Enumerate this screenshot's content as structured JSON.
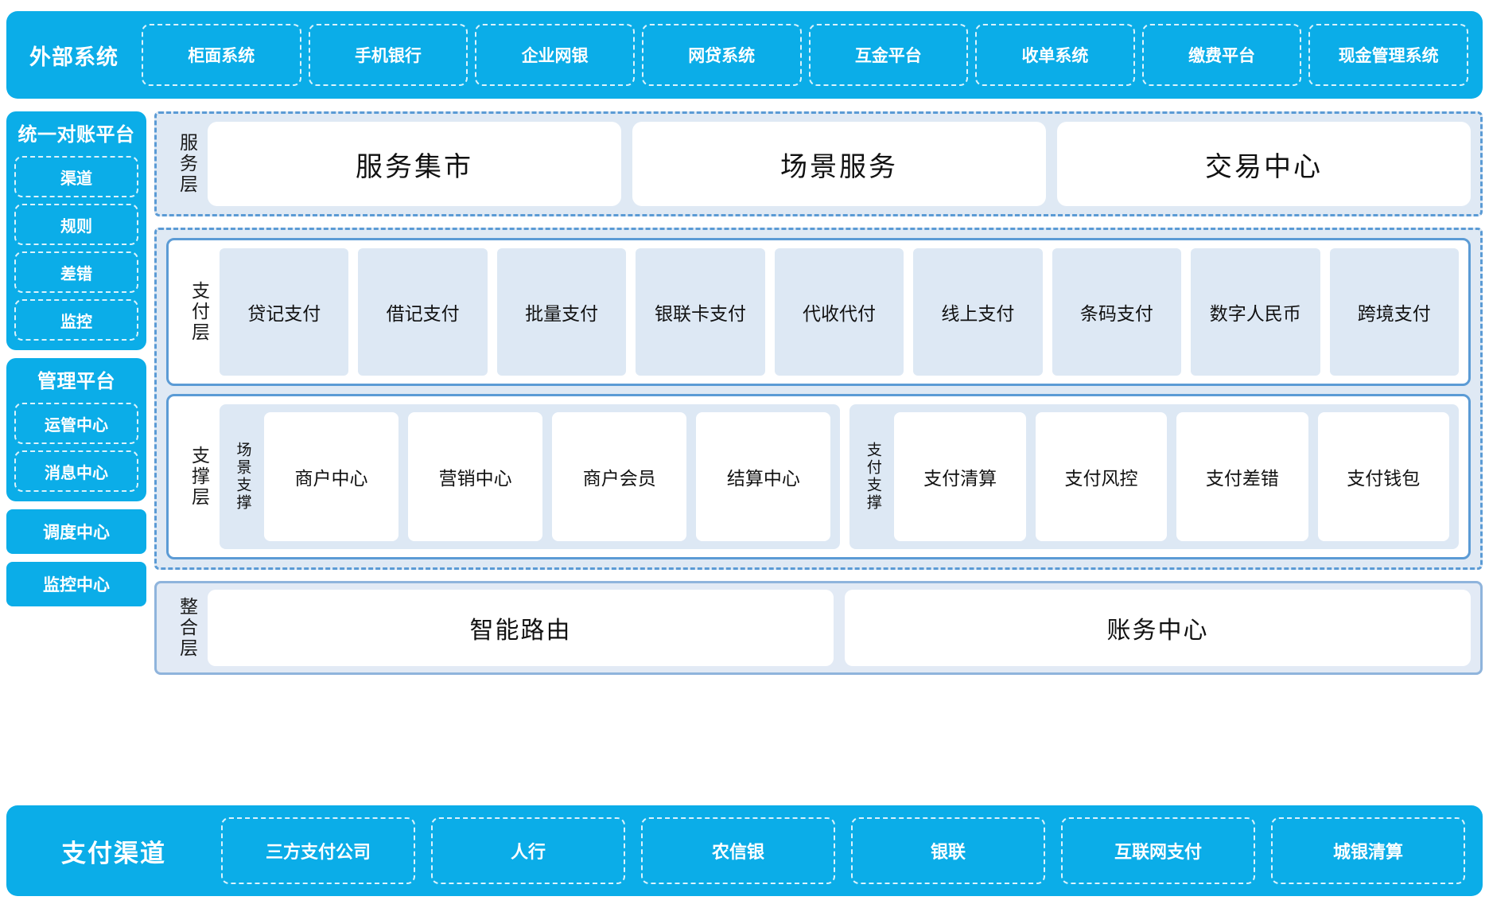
{
  "colors": {
    "brand_cyan": "#0BADE8",
    "dashed_blue": "#5B9BD5",
    "panel_bg": "#DFE9F4",
    "card_bg": "#DDE8F4",
    "white": "#FFFFFF"
  },
  "external_systems": {
    "title": "外部系统",
    "items": [
      {
        "label": "柜面系统"
      },
      {
        "label": "手机银行"
      },
      {
        "label": "企业网银"
      },
      {
        "label": "网贷系统"
      },
      {
        "label": "互金平台"
      },
      {
        "label": "收单系统"
      },
      {
        "label": "缴费平台"
      },
      {
        "label": "现金管理系统"
      }
    ]
  },
  "sidebar": {
    "groups": [
      {
        "title": "统一对账平台",
        "items": [
          {
            "label": "渠道"
          },
          {
            "label": "规则"
          },
          {
            "label": "差错"
          },
          {
            "label": "监控"
          }
        ]
      },
      {
        "title": "管理平台",
        "items": [
          {
            "label": "运管中心"
          },
          {
            "label": "消息中心"
          }
        ]
      }
    ],
    "standalone": [
      {
        "label": "调度中心"
      },
      {
        "label": "监控中心"
      }
    ]
  },
  "service_layer": {
    "label": "服务层",
    "items": [
      {
        "label": "服务集市"
      },
      {
        "label": "场景服务"
      },
      {
        "label": "交易中心"
      }
    ]
  },
  "payment_layer": {
    "label": "支付层",
    "items": [
      {
        "label": "贷记支付"
      },
      {
        "label": "借记支付"
      },
      {
        "label": "批量支付"
      },
      {
        "label": "银联卡支付"
      },
      {
        "label": "代收代付"
      },
      {
        "label": "线上支付"
      },
      {
        "label": "条码支付"
      },
      {
        "label": "数字人民币"
      },
      {
        "label": "跨境支付"
      }
    ]
  },
  "support_layer": {
    "label": "支撑层",
    "groups": [
      {
        "label": "场景支撑",
        "items": [
          {
            "label": "商户中心"
          },
          {
            "label": "营销中心"
          },
          {
            "label": "商户会员"
          },
          {
            "label": "结算中心"
          }
        ]
      },
      {
        "label": "支付支撑",
        "items": [
          {
            "label": "支付清算"
          },
          {
            "label": "支付风控"
          },
          {
            "label": "支付差错"
          },
          {
            "label": "支付钱包"
          }
        ]
      }
    ]
  },
  "integration_layer": {
    "label": "整合层",
    "items": [
      {
        "label": "智能路由"
      },
      {
        "label": "账务中心"
      }
    ]
  },
  "payment_channels": {
    "title": "支付渠道",
    "items": [
      {
        "label": "三方支付公司"
      },
      {
        "label": "人行"
      },
      {
        "label": "农信银"
      },
      {
        "label": "银联"
      },
      {
        "label": "互联网支付"
      },
      {
        "label": "城银清算"
      }
    ]
  }
}
